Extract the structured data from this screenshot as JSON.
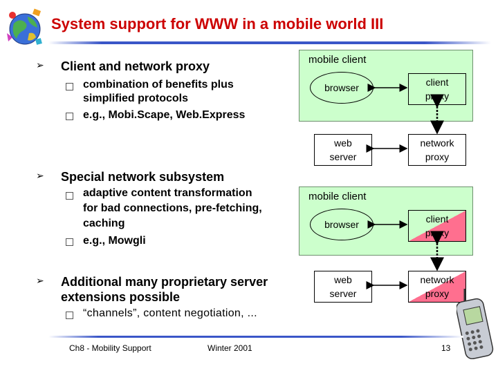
{
  "title": "System support for WWW in a mobile world III",
  "sections": [
    {
      "heading": "Client and network proxy",
      "items": [
        "combination of benefits plus",
        "simplified protocols",
        "e.g., Mobi.Scape, Web.Express"
      ]
    },
    {
      "heading": "Special network subsystem",
      "items": [
        "adaptive content transformation",
        "for bad connections, pre-fetching,",
        "caching",
        "e.g., Mowgli"
      ]
    },
    {
      "heading_line1": "Additional many proprietary server",
      "heading_line2": "extensions possible",
      "items": [
        "“channels”, content negotiation, ..."
      ]
    }
  ],
  "diagram_top": {
    "container_label": "mobile client",
    "browser": "browser",
    "client_proxy": [
      "client",
      "proxy"
    ],
    "web_server": [
      "web",
      "server"
    ],
    "network_proxy": [
      "network",
      "proxy"
    ]
  },
  "diagram_bottom": {
    "container_label": "mobile client",
    "browser": "browser",
    "client_proxy": [
      "client",
      "proxy"
    ],
    "web_server": [
      "web",
      "server"
    ],
    "network_proxy": [
      "network",
      "proxy"
    ]
  },
  "colors": {
    "title": "#cc0000",
    "rule": "#3a56c8",
    "client_box": "#ccffcc",
    "proxy_highlight": "#ff6f8f"
  },
  "footer": {
    "left": "Ch8 - Mobility Support",
    "center": "Winter 2001",
    "page": "13"
  },
  "icons": [
    "logo-globe-icon",
    "mobile-phone-icon"
  ]
}
